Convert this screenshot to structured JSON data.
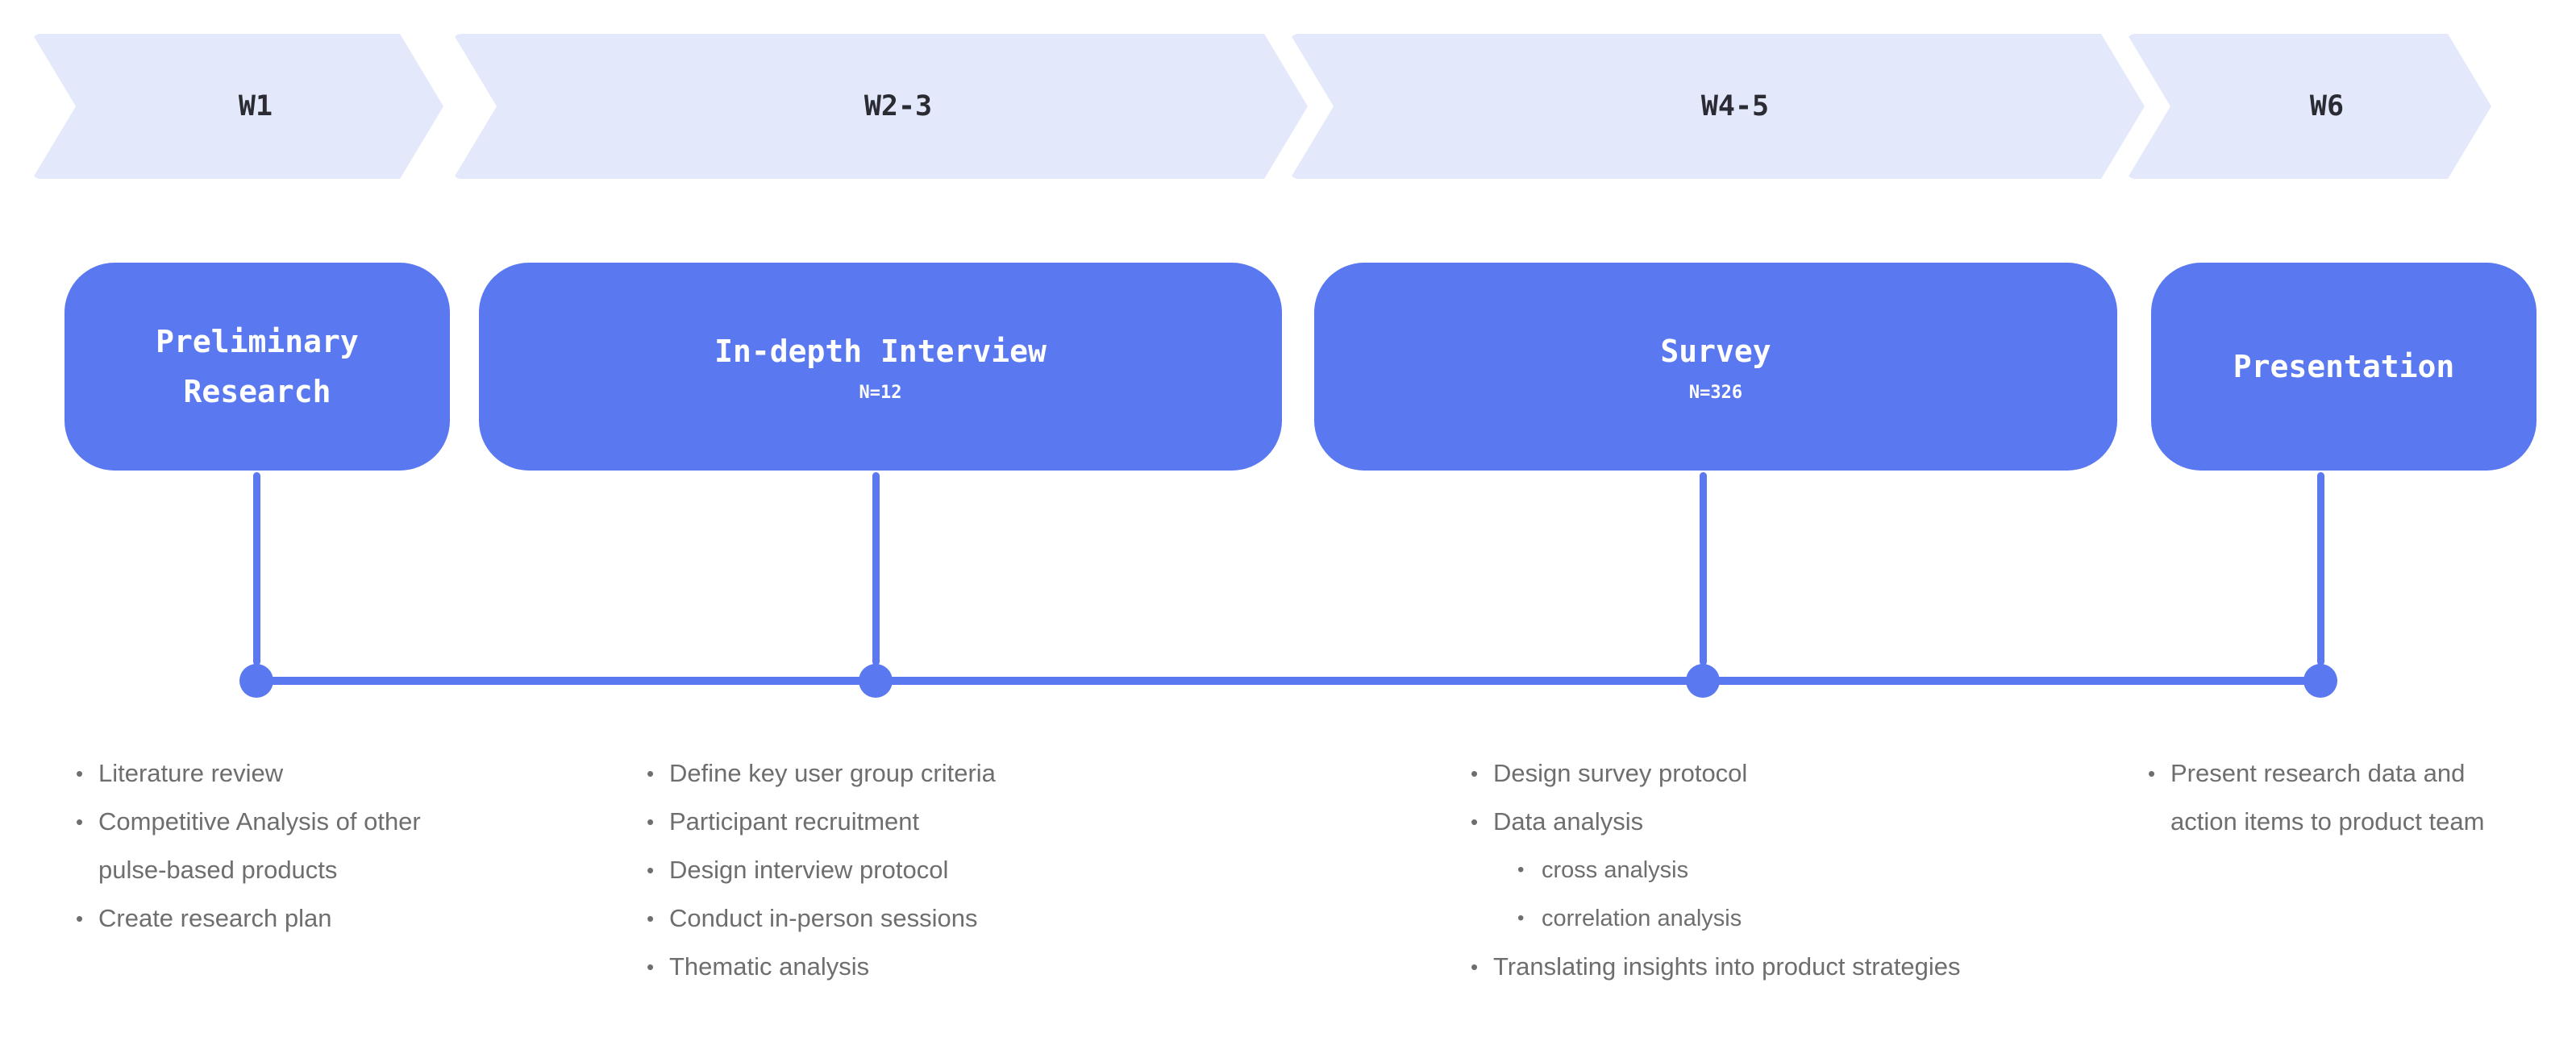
{
  "colors": {
    "chevron_fill": "#E3E8FB",
    "chevron_text": "#2B2B33",
    "card_fill": "#5A78F0",
    "card_text": "#FFFFFF",
    "timeline": "#5A78F0",
    "bullet_text": "#6E6E6E",
    "background": "#FFFFFF"
  },
  "week_banner": {
    "steps": [
      {
        "label": "W1"
      },
      {
        "label": "W2-3"
      },
      {
        "label": "W4-5"
      },
      {
        "label": "W6"
      }
    ]
  },
  "phases": [
    {
      "title": "Preliminary\nResearch",
      "subtitle": ""
    },
    {
      "title": "In-depth Interview",
      "subtitle": "N=12"
    },
    {
      "title": "Survey",
      "subtitle": "N=326"
    },
    {
      "title": "Presentation",
      "subtitle": ""
    }
  ],
  "task_columns": [
    {
      "items": [
        {
          "text": "Literature review",
          "children": []
        },
        {
          "text": "Competitive Analysis of other pulse-based products",
          "children": []
        },
        {
          "text": "Create research plan",
          "children": []
        }
      ]
    },
    {
      "items": [
        {
          "text": "Define key user group criteria",
          "children": []
        },
        {
          "text": "Participant recruitment",
          "children": []
        },
        {
          "text": "Design interview protocol",
          "children": []
        },
        {
          "text": "Conduct in-person sessions",
          "children": []
        },
        {
          "text": "Thematic analysis",
          "children": []
        }
      ]
    },
    {
      "items": [
        {
          "text": "Design survey protocol",
          "children": []
        },
        {
          "text": "Data analysis",
          "children": [
            {
              "text": "cross analysis"
            },
            {
              "text": "correlation analysis"
            }
          ]
        },
        {
          "text": "Translating insights into product strategies",
          "children": []
        }
      ]
    },
    {
      "items": [
        {
          "text": "Present research data and action items to product team",
          "children": []
        }
      ]
    }
  ]
}
